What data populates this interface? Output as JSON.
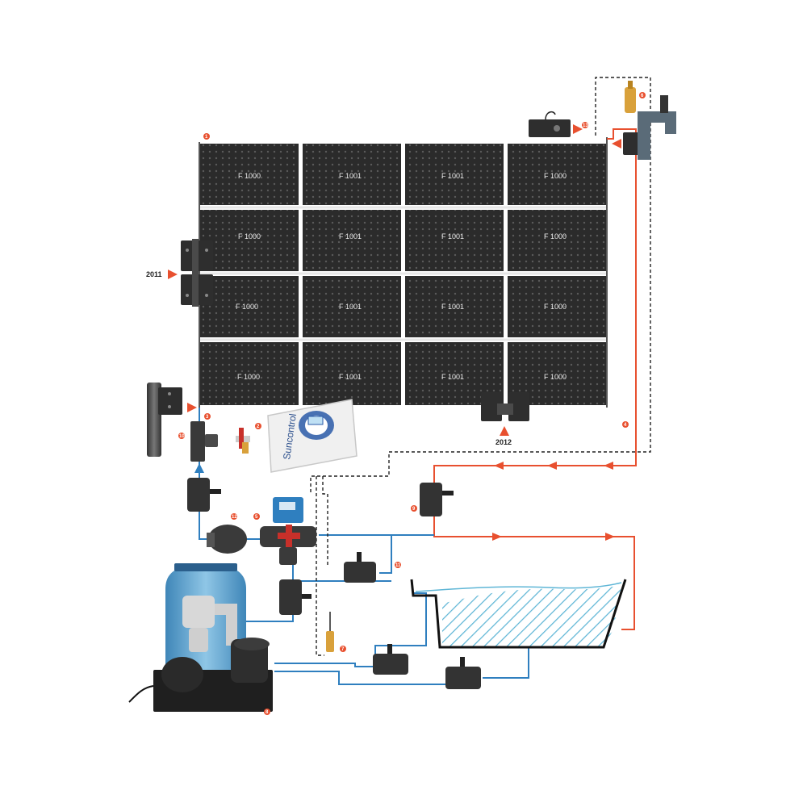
{
  "colors": {
    "hot_line": "#e8502f",
    "cold_line": "#2f7fbf",
    "control_line": "#222222",
    "panel_fill": "#2b2b2b",
    "callout": "#e8502f",
    "water": "#5fb6d6"
  },
  "panels": {
    "rows": [
      [
        "F 1000",
        "F 1001",
        "F 1001",
        "F 1000"
      ],
      [
        "F 1000",
        "F 1001",
        "F 1001",
        "F 1000"
      ],
      [
        "F 1000",
        "F 1001",
        "F 1001",
        "F 1000"
      ],
      [
        "F 1000",
        "F 1001",
        "F 1001",
        "F 1000"
      ]
    ]
  },
  "part_labels": {
    "hinge_left": "2011",
    "clamp_bottom": "2012"
  },
  "controller": {
    "brand": "Suncontrol"
  },
  "callouts": [
    "1",
    "2",
    "3",
    "4",
    "5",
    "6",
    "7",
    "8",
    "9",
    "10",
    "11",
    "12",
    "13"
  ]
}
